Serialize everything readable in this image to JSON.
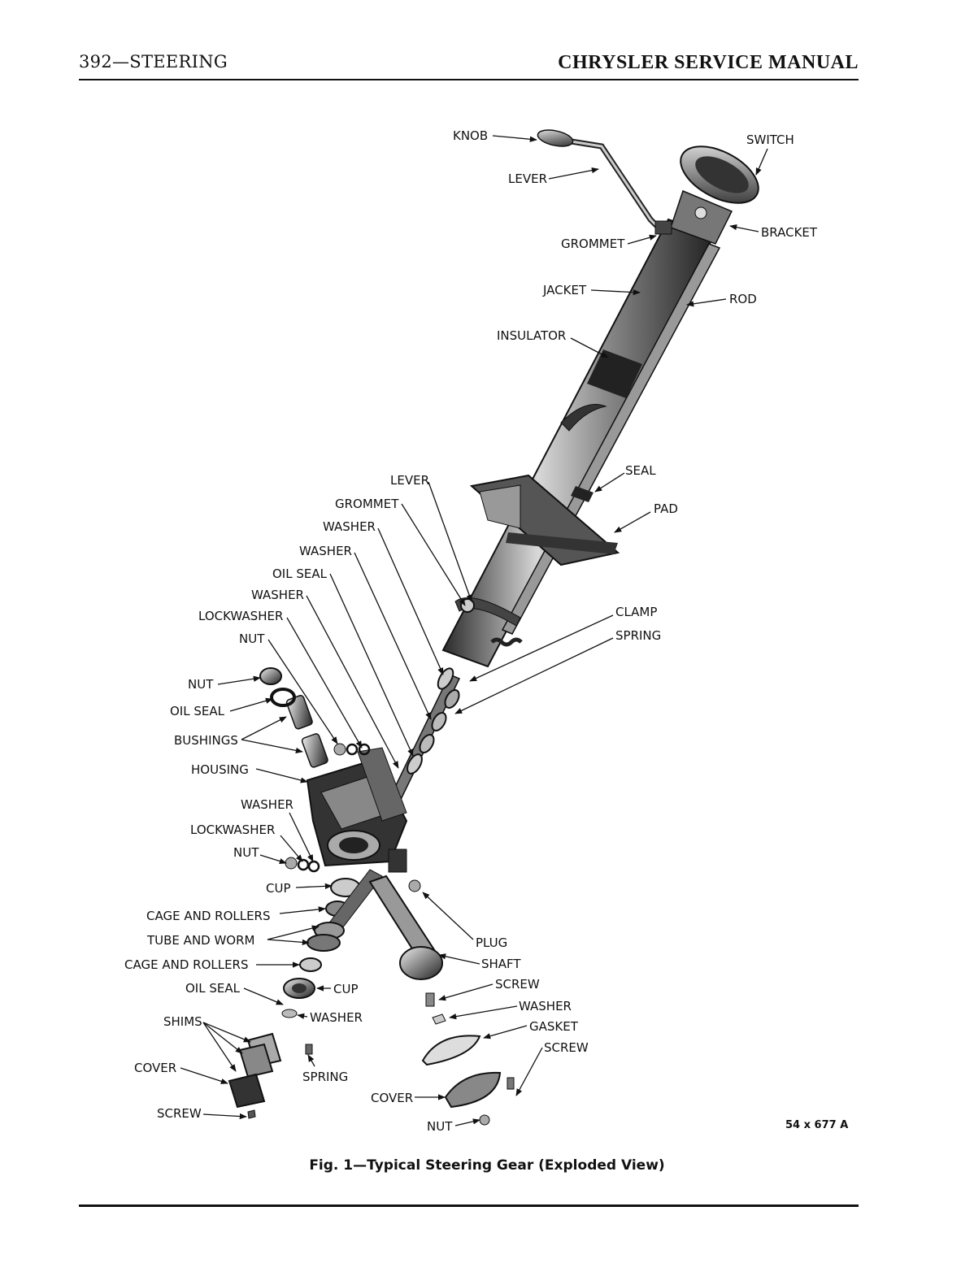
{
  "header": {
    "page_section": "392—STEERING",
    "manual_title": "CHRYSLER SERVICE MANUAL"
  },
  "figure": {
    "caption": "Fig. 1—Typical Steering Gear (Exploded View)",
    "figure_number": "54 x 677 A",
    "labels": {
      "knob": "KNOB",
      "switch": "SWITCH",
      "lever_top": "LEVER",
      "gromet_top": "GROMMET",
      "bracket": "BRACKET",
      "jacket": "JACKET",
      "rod": "ROD",
      "insulator": "INSULATOR",
      "seal": "SEAL",
      "pad": "PAD",
      "lever_mid": "LEVER",
      "grommet_mid": "GROMMET",
      "washer_1": "WASHER",
      "washer_2": "WASHER",
      "oil_seal_1": "OIL SEAL",
      "washer_3": "WASHER",
      "lockwasher_1": "LOCKWASHER",
      "nut_1": "NUT",
      "clamp": "CLAMP",
      "spring_1": "SPRING",
      "nut_2": "NUT",
      "oil_seal_2": "OIL SEAL",
      "bushings": "BUSHINGS",
      "housing": "HOUSING",
      "washer_4": "WASHER",
      "lockwasher_2": "LOCKWASHER",
      "nut_3": "NUT",
      "cup_1": "CUP",
      "cage_rollers_1": "CAGE AND ROLLERS",
      "tube_worm": "TUBE AND WORM",
      "cage_rollers_2": "CAGE AND ROLLERS",
      "oil_seal_3": "OIL SEAL",
      "cup_2": "CUP",
      "washer_5": "WASHER",
      "shims": "SHIMS",
      "cover_1": "COVER",
      "spring_2": "SPRING",
      "screw_1": "SCREW",
      "plug": "PLUG",
      "shaft": "SHAFT",
      "screw_2": "SCREW",
      "washer_6": "WASHER",
      "gasket": "GASKET",
      "screw_3": "SCREW",
      "cover_2": "COVER",
      "nut_4": "NUT"
    }
  }
}
